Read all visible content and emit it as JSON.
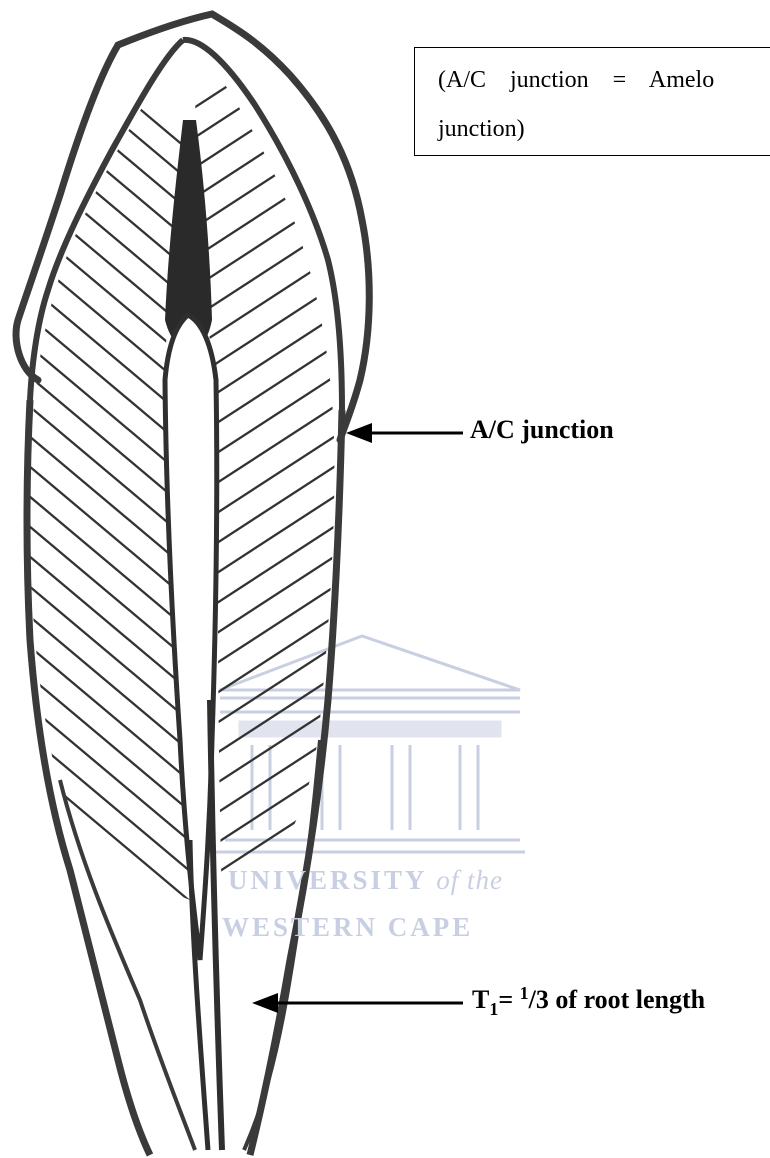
{
  "note": {
    "line1": "(A/C junction = Amelo",
    "line2": "junction)"
  },
  "labels": {
    "ac_junction": "A/C junction",
    "t1_var": "T",
    "t1_sub": "1",
    "t1_eq": "= ",
    "t1_sup": "1",
    "t1_frac_den": "/3",
    "t1_rest": " of root length"
  },
  "watermark": {
    "line1_main": "UNIVERSITY",
    "line1_italic": "of the",
    "line2": "WESTERN CAPE"
  },
  "colors": {
    "outline": "#3a3a3a",
    "hatch": "#333333",
    "watermark": "#c9cfe2"
  }
}
